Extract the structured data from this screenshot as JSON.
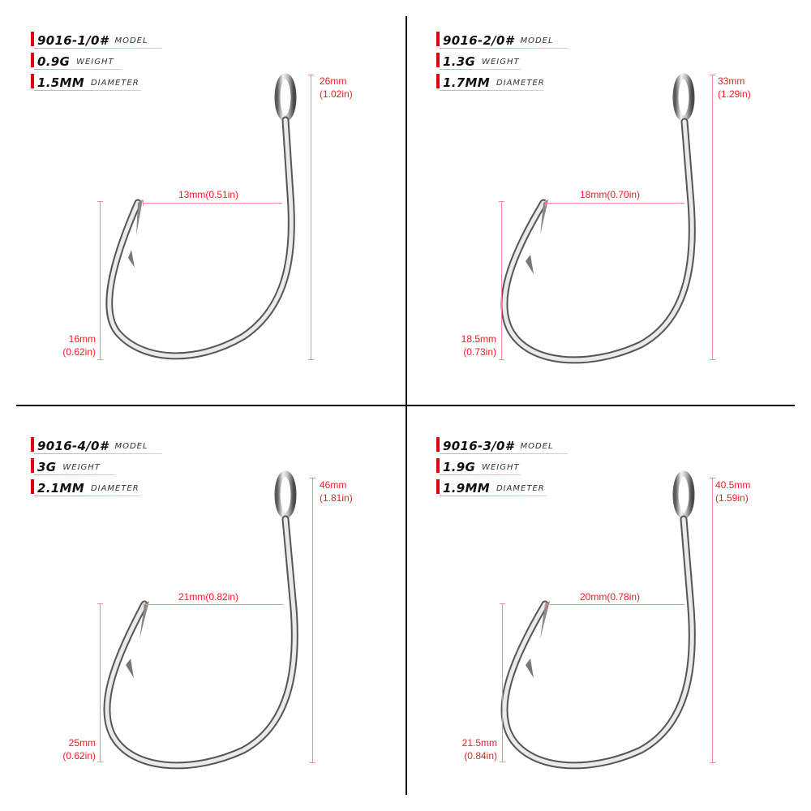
{
  "panels": [
    {
      "model": "9016-1/0#",
      "model_label": "MODEL",
      "weight": "0.9G",
      "weight_label": "WEIGHT",
      "diameter": "1.5MM",
      "diameter_label": "DIAMETER",
      "total_length_mm": "26mm",
      "total_length_in": "(1.02in)",
      "gap_width": "13mm(0.51in)",
      "bend_height_mm": "16mm",
      "bend_height_in": "(0.62in)"
    },
    {
      "model": "9016-2/0#",
      "model_label": "MODEL",
      "weight": "1.3G",
      "weight_label": "WEIGHT",
      "diameter": "1.7MM",
      "diameter_label": "DIAMETER",
      "total_length_mm": "33mm",
      "total_length_in": "(1.29in)",
      "gap_width": "18mm(0.70in)",
      "bend_height_mm": "18.5mm",
      "bend_height_in": "(0.73in)"
    },
    {
      "model": "9016-4/0#",
      "model_label": "MODEL",
      "weight": "3G",
      "weight_label": "WEIGHT",
      "diameter": "2.1MM",
      "diameter_label": "DIAMETER",
      "total_length_mm": "46mm",
      "total_length_in": "(1.81in)",
      "gap_width": "21mm(0.82in)",
      "bend_height_mm": "25mm",
      "bend_height_in": "(0.62in)"
    },
    {
      "model": "9016-3/0#",
      "model_label": "MODEL",
      "weight": "1.9G",
      "weight_label": "WEIGHT",
      "diameter": "1.9MM",
      "diameter_label": "DIAMETER",
      "total_length_mm": "40.5mm",
      "total_length_in": "(1.59in)",
      "gap_width": "20mm(0.78in)",
      "bend_height_mm": "21.5mm",
      "bend_height_in": "(0.84in)"
    }
  ],
  "colors": {
    "accent_red": "#e00012",
    "dimension_red": "#ee1c25",
    "divider": "#111111"
  }
}
